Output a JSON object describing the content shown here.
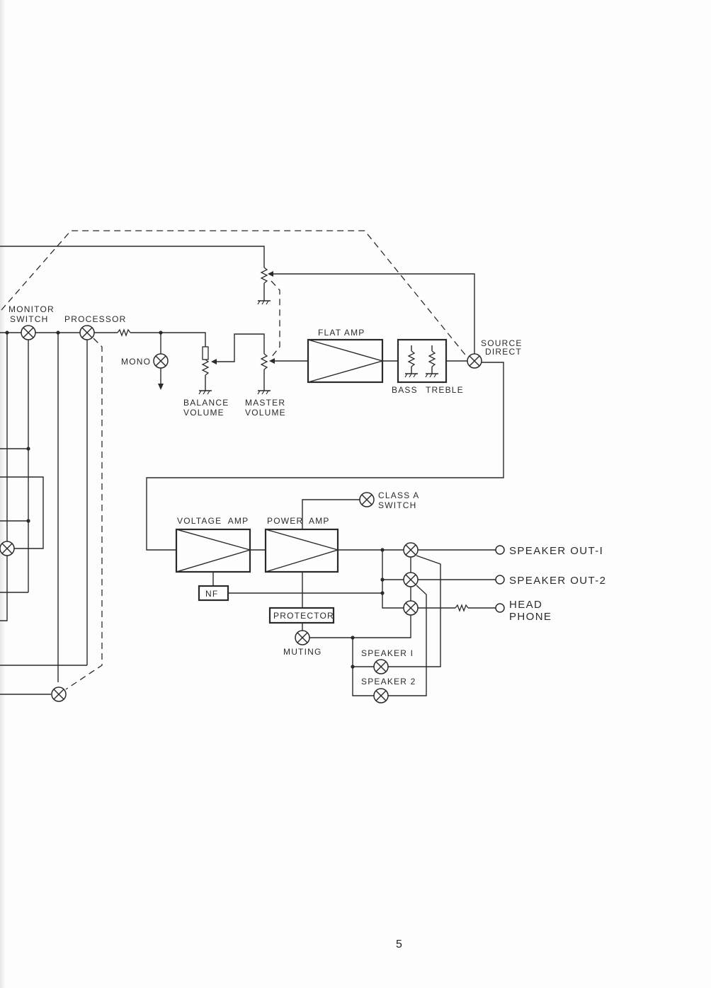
{
  "diagram": {
    "labels": {
      "monitor_switch": [
        "MONITOR",
        "SWITCH"
      ],
      "processor": "PROCESSOR",
      "mono": "MONO",
      "balance_volume": [
        "BALANCE",
        "VOLUME"
      ],
      "master_volume": [
        "MASTER",
        "VOLUME"
      ],
      "flat_amp": "FLAT AMP",
      "bass": "BASS",
      "treble": "TREBLE",
      "source_direct": [
        "SOURCE",
        "DIRECT"
      ],
      "class_a_switch": [
        "CLASS A",
        "SWITCH"
      ],
      "voltage_amp": "VOLTAGE  AMP",
      "power_amp_1": "POWER",
      "power_amp_2": "AMP",
      "nf": "NF",
      "protector": "PROTECTOR",
      "muting": "MUTING",
      "speaker1": "SPEAKER I",
      "speaker2": "SPEAKER 2",
      "speaker_out_1": "SPEAKER OUT-I",
      "speaker_out_2": "SPEAKER OUT-2",
      "headphone": [
        "HEAD",
        "PHONE"
      ]
    },
    "icons": {
      "switch": "crossed-circle-switch",
      "terminal": "open-circle-terminal",
      "ground": "ground-symbol",
      "resistor": "zigzag-resistor",
      "amplifier": "triangle-in-box"
    }
  },
  "page": {
    "number": "5"
  }
}
